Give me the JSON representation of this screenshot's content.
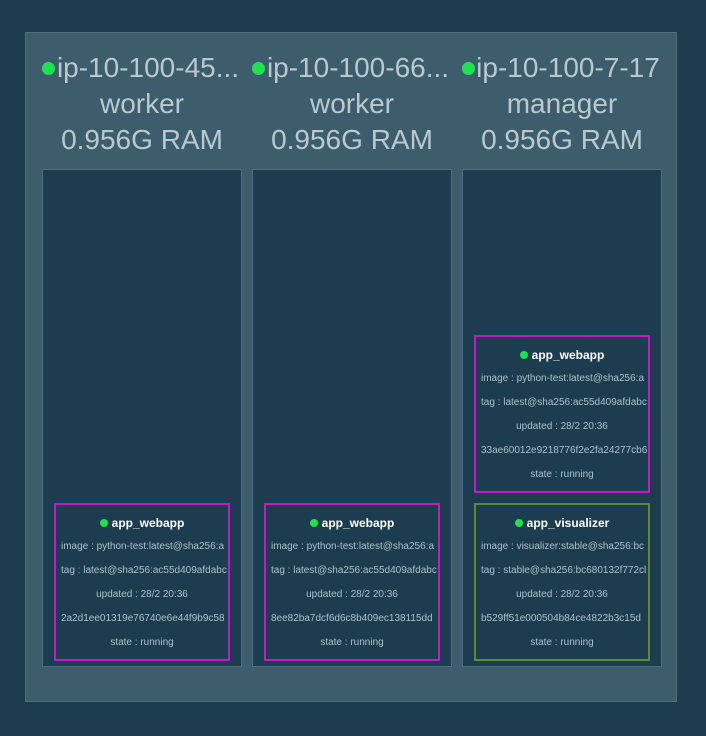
{
  "colors": {
    "status_ok": "#1de34f",
    "webapp_border": "#c617c9",
    "visualizer_border": "#5d8a2f"
  },
  "nodes": [
    {
      "name": "ip-10-100-45...",
      "role": "worker",
      "memory": "0.956G RAM",
      "tasks": [
        {
          "name": "app_webapp",
          "image": "image : python-test:latest@sha256:a",
          "tag": "tag : latest@sha256:ac55d409afdabc",
          "updated": "updated : 28/2 20:36",
          "id": "2a2d1ee01319e76740e6e44f9b9c58",
          "state": "state : running"
        }
      ]
    },
    {
      "name": "ip-10-100-66...",
      "role": "worker",
      "memory": "0.956G RAM",
      "tasks": [
        {
          "name": "app_webapp",
          "image": "image : python-test:latest@sha256:a",
          "tag": "tag : latest@sha256:ac55d409afdabc",
          "updated": "updated : 28/2 20:36",
          "id": "8ee82ba7dcf6d6c8b409ec138115dd",
          "state": "state : running"
        }
      ]
    },
    {
      "name": "ip-10-100-7-17",
      "role": "manager",
      "memory": "0.956G RAM",
      "tasks": [
        {
          "name": "app_webapp",
          "image": "image : python-test:latest@sha256:a",
          "tag": "tag : latest@sha256:ac55d409afdabc",
          "updated": "updated : 28/2 20:36",
          "id": "33ae60012e9218776f2e2fa24277cb6",
          "state": "state : running"
        },
        {
          "name": "app_visualizer",
          "image": "image : visualizer:stable@sha256:bc",
          "tag": "tag : stable@sha256:bc680132f772cl",
          "updated": "updated : 28/2 20:36",
          "id": "b529ff51e000504b84ce4822b3c15d",
          "state": "state : running"
        }
      ]
    }
  ]
}
